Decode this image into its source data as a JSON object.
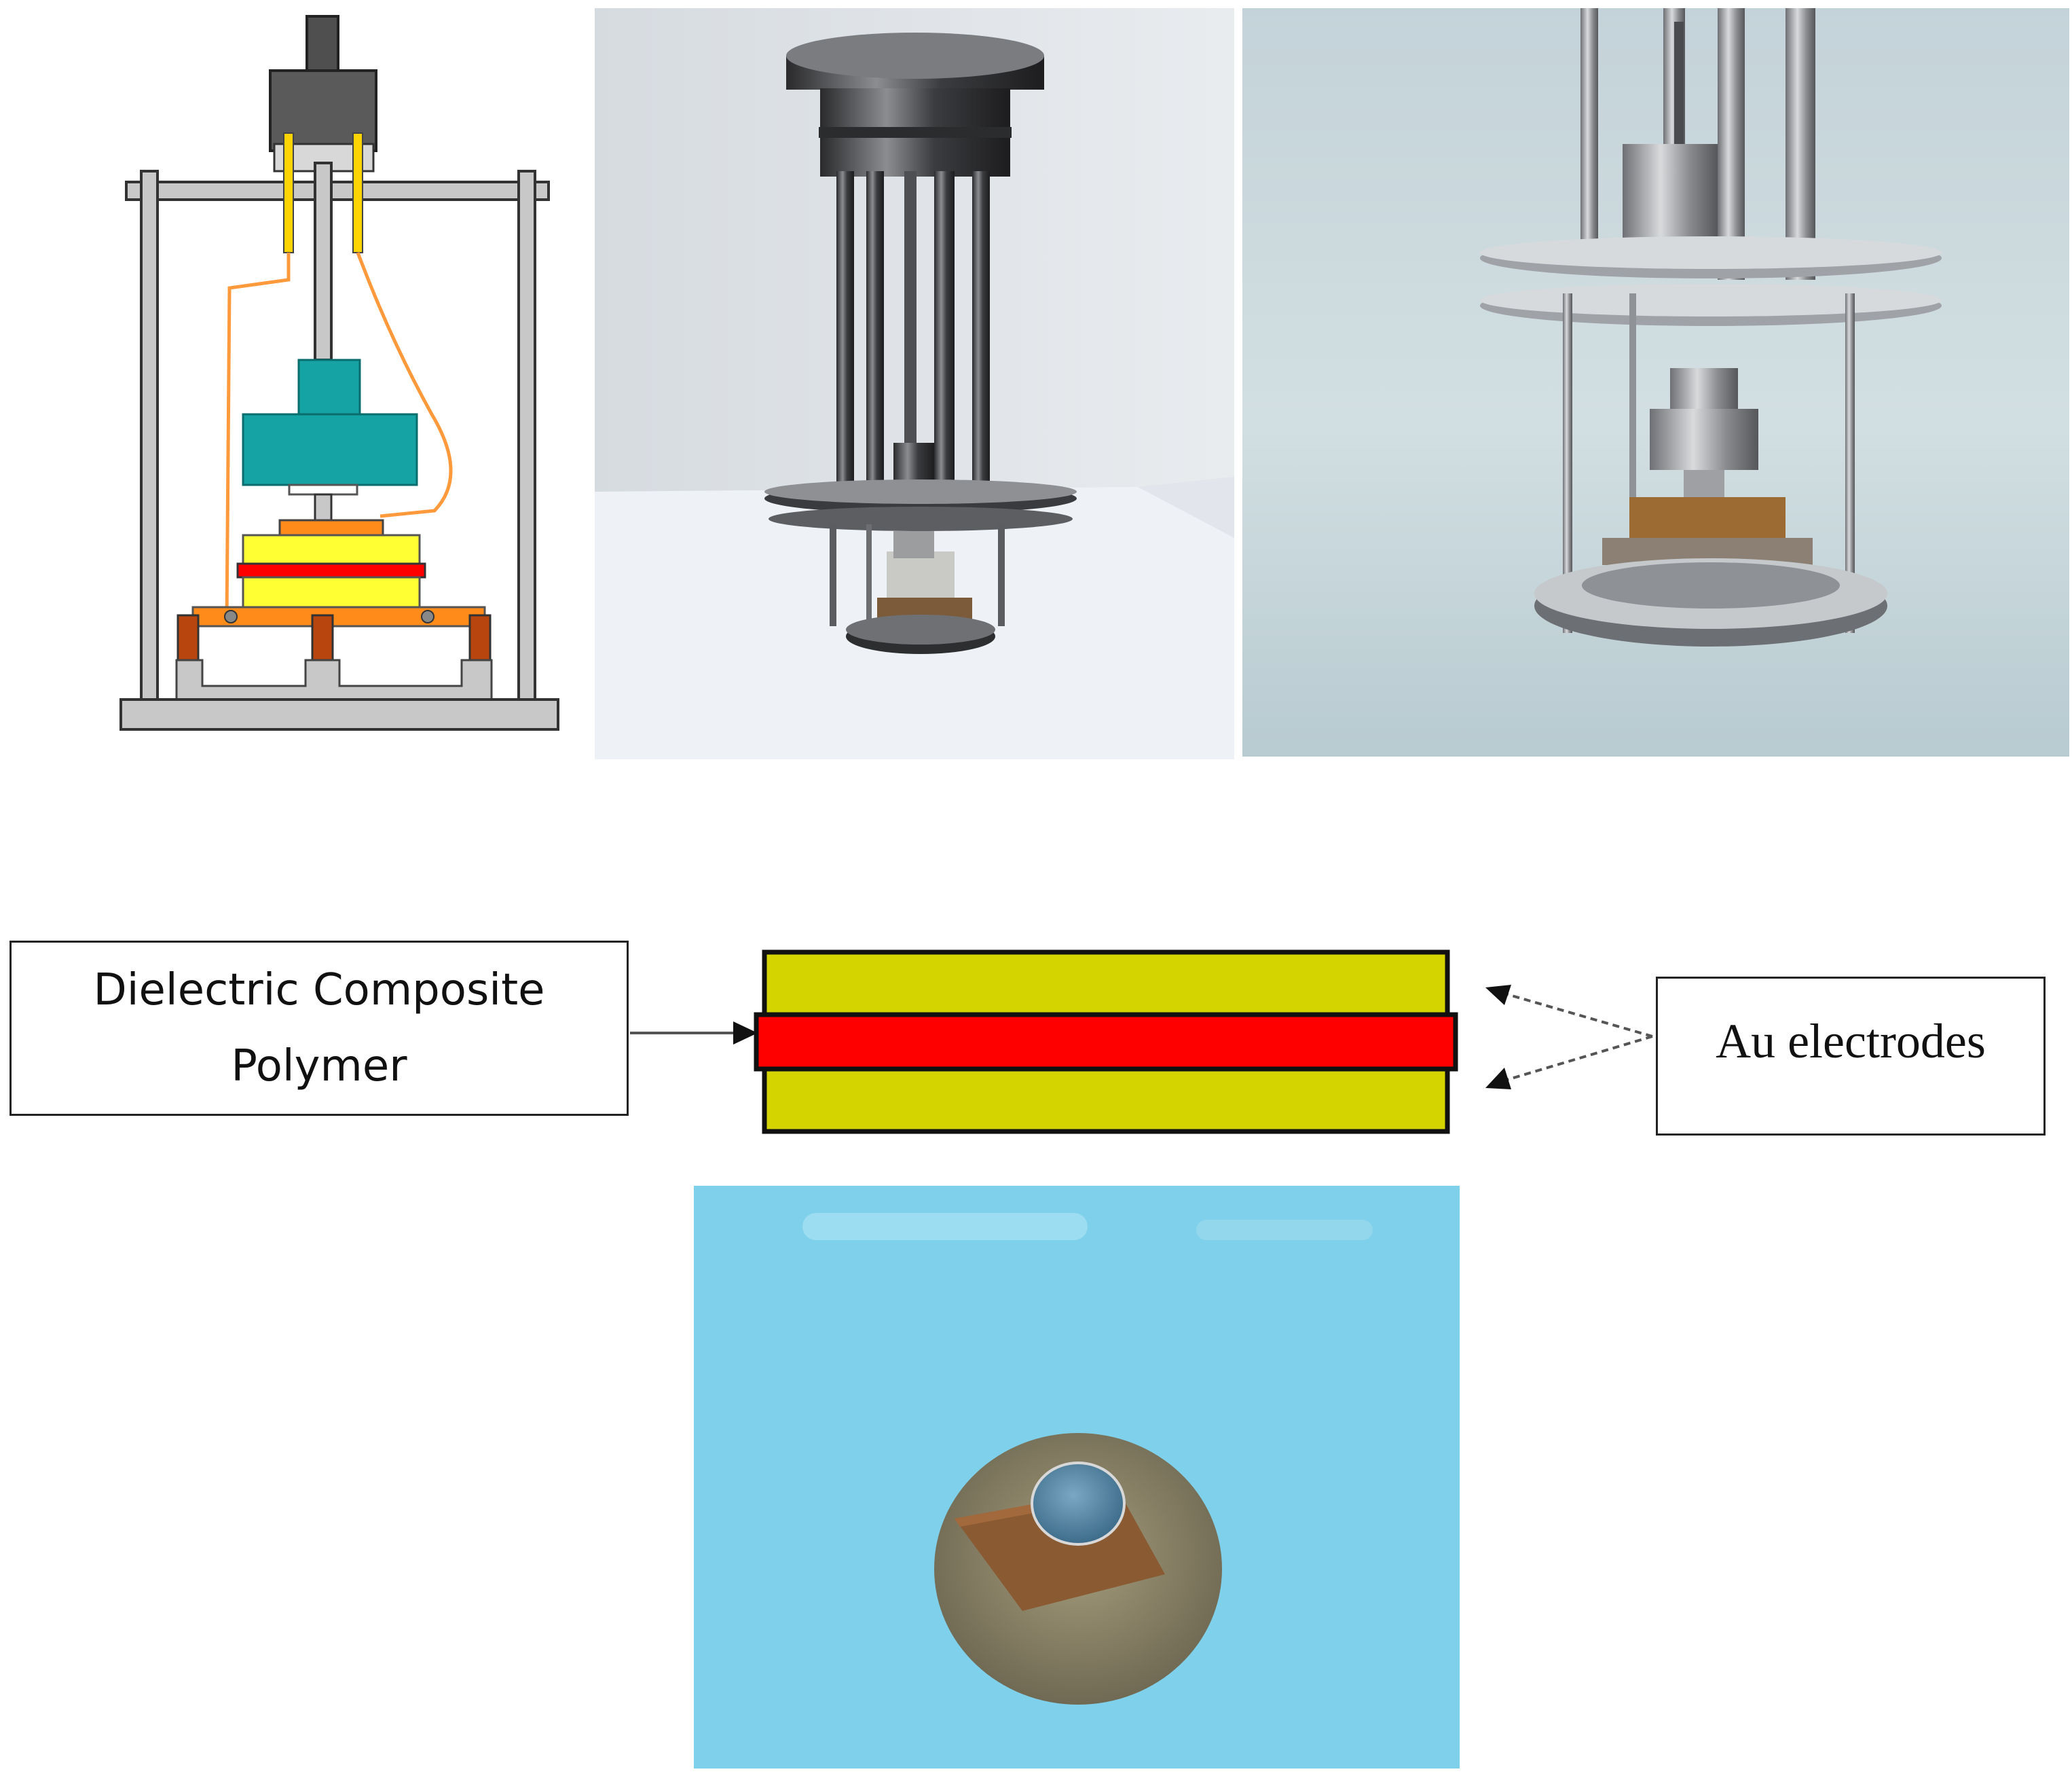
{
  "labels": {
    "composite_line1": "Dielectric Composite",
    "composite_line2": "Polymer",
    "electrodes": "Au electrodes"
  },
  "colors": {
    "frame_gray": "#c8c8c8",
    "block_dark": "#5a5a5a",
    "mass_teal": "#16a3a3",
    "wire_orange": "#ff9a3c",
    "base_orange": "#ff8c1a",
    "electrode_yellow": "#ffff33",
    "electrode_olive": "#d4d400",
    "dielectric_red": "#ff0000",
    "support_brown": "#b8440e",
    "sample_background_blue": "#7fd0ea"
  }
}
